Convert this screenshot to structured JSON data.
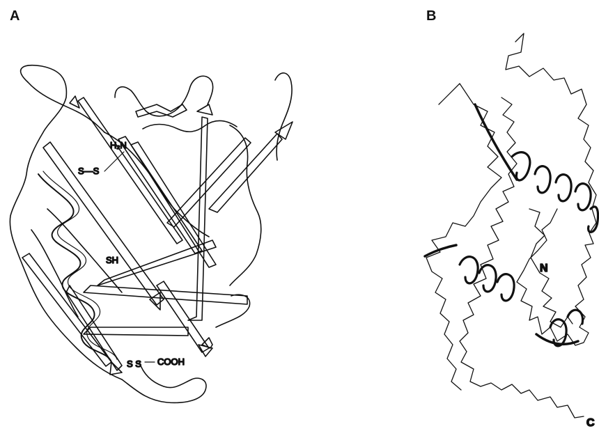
{
  "panel_a": {
    "label": "A",
    "annotations": {
      "ss_top": "S—S",
      "h2n": "H₂N",
      "sh": "SH",
      "ss_bottom": "S S",
      "cooh": "COOH"
    }
  },
  "panel_b": {
    "label": "B",
    "annotations": {
      "n_term": "N",
      "c_term": "C"
    }
  },
  "colors": {
    "ink": "#111111",
    "background": "#ffffff"
  }
}
